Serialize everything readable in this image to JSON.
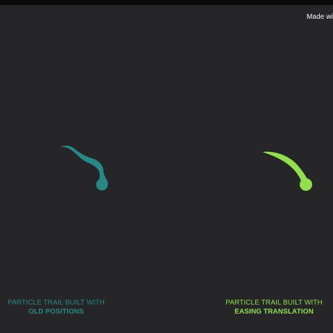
{
  "header": {
    "made_with": "Made with"
  },
  "colors": {
    "background": "#262528",
    "old_positions": "#268a84",
    "easing_translation": "#8fe04a",
    "caption_text": "#ffffff"
  },
  "trails": {
    "left": {
      "caption_line1": "PARTICLE TRAIL BUILT WITH",
      "caption_line2": "OLD POSITIONS"
    },
    "right": {
      "caption_line1": "PARTICLE TRAIL BUILT WITH",
      "caption_line2": "EASING TRANSLATION"
    }
  }
}
